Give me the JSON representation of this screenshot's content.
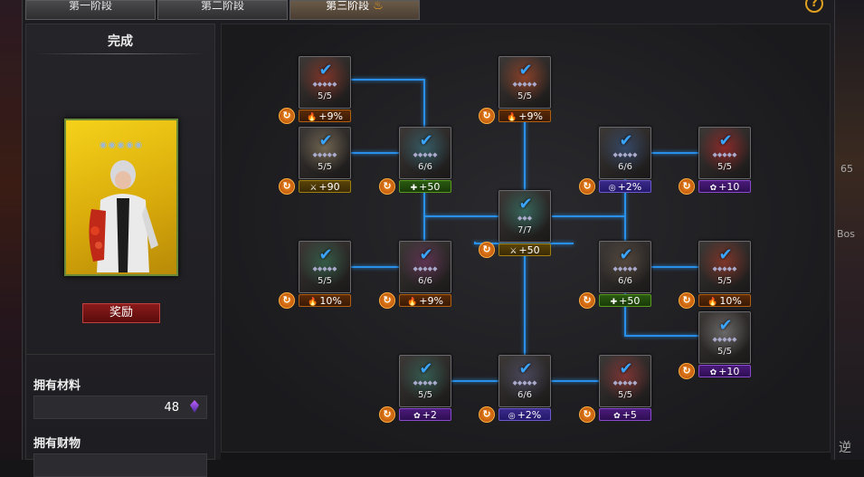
{
  "tabs": [
    {
      "label": "第一阶段",
      "active": false
    },
    {
      "label": "第二阶段",
      "active": false
    },
    {
      "label": "第三阶段",
      "active": true
    }
  ],
  "help_label": "?",
  "left_panel": {
    "title": "完成",
    "reward_button": "奖励",
    "materials_label": "拥有材料",
    "materials_value": "48",
    "assets_label": "拥有财物"
  },
  "background_text": [
    "65",
    "Bos",
    "逆"
  ],
  "colors": {
    "link": "#2a9cff",
    "check": "#3aa4ff",
    "upgrade": "#f08a20"
  },
  "nodes": [
    {
      "id": "n1",
      "progress": "5/5",
      "bonus": "+9%",
      "bonus_icon": "flame-icon",
      "style": "orange"
    },
    {
      "id": "n2",
      "progress": "5/5",
      "bonus": "+9%",
      "bonus_icon": "flame-icon",
      "style": "orange"
    },
    {
      "id": "n3",
      "progress": "5/5",
      "bonus": "+90",
      "bonus_icon": "blade-icon",
      "style": "gold"
    },
    {
      "id": "n4",
      "progress": "6/6",
      "bonus": "+50",
      "bonus_icon": "plus-icon",
      "style": "green"
    },
    {
      "id": "n5",
      "progress": "6/6",
      "bonus": "+2%",
      "bonus_icon": "target-icon",
      "style": "blue"
    },
    {
      "id": "n6",
      "progress": "5/5",
      "bonus": "+10",
      "bonus_icon": "lotus-icon",
      "style": "purple"
    },
    {
      "id": "n7",
      "progress": "7/7",
      "bonus": "+50",
      "bonus_icon": "blade-icon",
      "style": "gold"
    },
    {
      "id": "n8",
      "progress": "5/5",
      "bonus": "10%",
      "bonus_icon": "flame-icon",
      "style": "orange"
    },
    {
      "id": "n9",
      "progress": "6/6",
      "bonus": "+9%",
      "bonus_icon": "flame-icon",
      "style": "orange"
    },
    {
      "id": "n10",
      "progress": "6/6",
      "bonus": "+50",
      "bonus_icon": "plus-icon",
      "style": "green"
    },
    {
      "id": "n11",
      "progress": "5/5",
      "bonus": "10%",
      "bonus_icon": "flame-icon",
      "style": "orange"
    },
    {
      "id": "n12",
      "progress": "5/5",
      "bonus": "+10",
      "bonus_icon": "lotus-icon",
      "style": "purple"
    },
    {
      "id": "n13",
      "progress": "5/5",
      "bonus": "+2",
      "bonus_icon": "lotus-icon",
      "style": "purple"
    },
    {
      "id": "n14",
      "progress": "6/6",
      "bonus": "+2%",
      "bonus_icon": "target-icon",
      "style": "blue"
    },
    {
      "id": "n15",
      "progress": "5/5",
      "bonus": "+5",
      "bonus_icon": "lotus-icon",
      "style": "purple"
    }
  ]
}
